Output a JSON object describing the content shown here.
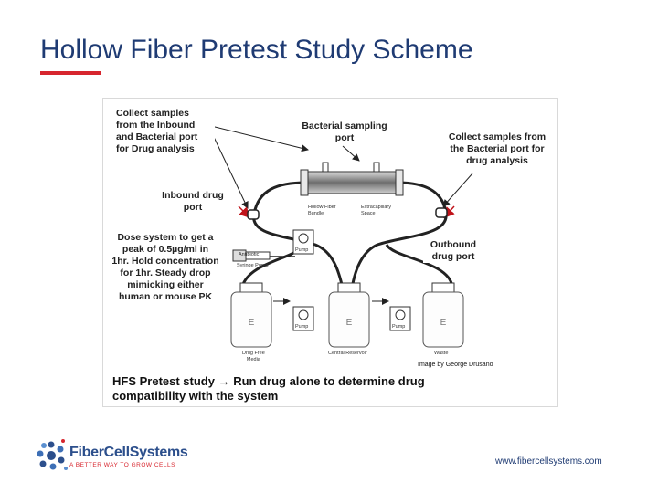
{
  "slide": {
    "title": "Hollow Fiber Pretest Study Scheme"
  },
  "diagram": {
    "callouts": {
      "collect_inbound": [
        "Collect samples",
        "from the Inbound",
        "and Bacterial port",
        "for Drug analysis"
      ],
      "bacterial_sampling": [
        "Bacterial sampling",
        "port"
      ],
      "collect_bacterial": [
        "Collect samples from",
        "the Bacterial port for",
        "drug analysis"
      ],
      "inbound_drug": [
        "Inbound drug",
        "port"
      ],
      "dose_system": [
        "Dose system to get a",
        "peak of 0.5µg/ml in",
        "1hr. Hold concentration",
        "for 1hr. Steady drop",
        "mimicking either",
        "human or mouse PK"
      ],
      "outbound_drug": [
        "Outbound",
        "drug port"
      ]
    },
    "component_labels": {
      "hollow_fiber_bundle": [
        "Hollow Fiber",
        "Bundle"
      ],
      "extracapillary_space": [
        "Extracapillary",
        "Space"
      ],
      "pump_top": "Pump",
      "antibiotic": "Antibiotic",
      "syringe_pump": "Syringe Pump",
      "pump_left": "Pump",
      "pump_right": "Pump",
      "drug_free_media": [
        "Drug Free",
        "Media"
      ],
      "central_reservoir": "Central Reservoir",
      "waste": "Waste"
    },
    "credit": "Image by George Drusano",
    "caption": [
      "HFS Pretest study → Run drug alone to determine drug",
      "compatibility with the system"
    ]
  },
  "footer": {
    "logo_name": "FiberCellSystems",
    "logo_tagline": "A BETTER WAY TO GROW CELLS",
    "website": "www.fibercellsystems.com"
  },
  "colors": {
    "title": "#1f3b73",
    "accent": "#d7262e",
    "logo_blue": "#2c4f8c"
  }
}
